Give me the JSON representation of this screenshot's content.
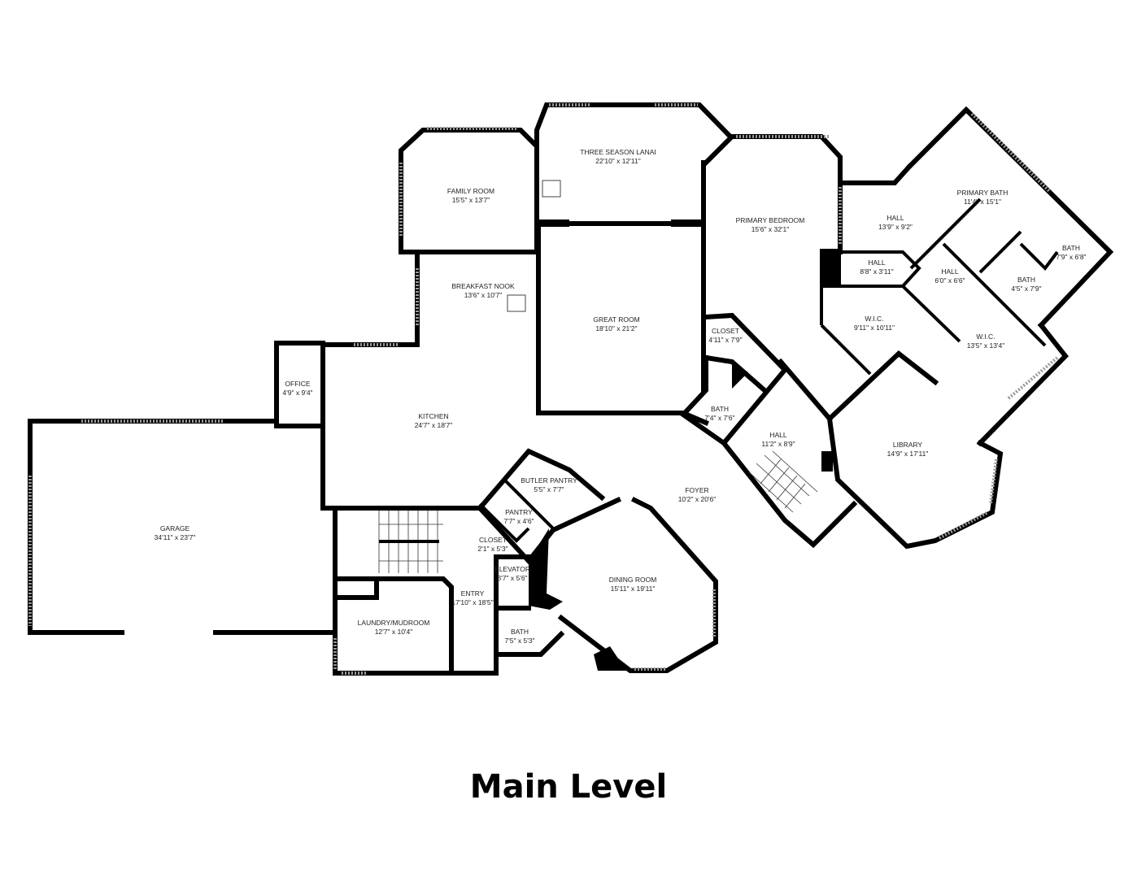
{
  "title": "Main Level",
  "rooms": [
    {
      "name": "THREE SEASON LANAI",
      "dims": "22'10\" x 12'11\""
    },
    {
      "name": "FAMILY ROOM",
      "dims": "15'5\" x 13'7\""
    },
    {
      "name": "BREAKFAST NOOK",
      "dims": "13'6\" x 10'7\""
    },
    {
      "name": "GREAT ROOM",
      "dims": "18'10\" x 21'2\""
    },
    {
      "name": "PRIMARY BEDROOM",
      "dims": "15'6\" x 32'1\""
    },
    {
      "name": "HALL",
      "dims": "13'9\" x 9'2\""
    },
    {
      "name": "PRIMARY BATH",
      "dims": "11'4\" x 15'1\""
    },
    {
      "name": "BATH",
      "dims": "7'9\" x 6'8\""
    },
    {
      "name": "HALL",
      "dims": "8'8\" x 3'11\""
    },
    {
      "name": "HALL",
      "dims": "6'0\" x 6'6\""
    },
    {
      "name": "BATH",
      "dims": "4'5\" x 7'9\""
    },
    {
      "name": "CLOSET",
      "dims": "4'11\" x 7'9\""
    },
    {
      "name": "W.I.C.",
      "dims": "9'11\" x 10'11\""
    },
    {
      "name": "W.I.C.",
      "dims": "13'5\" x 13'4\""
    },
    {
      "name": "OFFICE",
      "dims": "4'9\" x 9'4\""
    },
    {
      "name": "KITCHEN",
      "dims": "24'7\" x 18'7\""
    },
    {
      "name": "BATH",
      "dims": "7'4\" x 7'6\""
    },
    {
      "name": "HALL",
      "dims": "11'2\" x 8'9\""
    },
    {
      "name": "LIBRARY",
      "dims": "14'9\" x 17'11\""
    },
    {
      "name": "BUTLER PANTRY",
      "dims": "5'5\" x 7'7\""
    },
    {
      "name": "FOYER",
      "dims": "10'2\" x 20'6\""
    },
    {
      "name": "GARAGE",
      "dims": "34'11\" x 23'7\""
    },
    {
      "name": "PANTRY",
      "dims": "7'7\" x 4'6\""
    },
    {
      "name": "CLOSET",
      "dims": "2'1\" x 5'3\""
    },
    {
      "name": "ELEVATOR",
      "dims": "3'7\" x 5'6\""
    },
    {
      "name": "DINING ROOM",
      "dims": "15'11\" x 19'11\""
    },
    {
      "name": "ENTRY",
      "dims": "17'10\" x 18'5\""
    },
    {
      "name": "LAUNDRY/MUDROOM",
      "dims": "12'7\" x 10'4\""
    },
    {
      "name": "BATH",
      "dims": "7'5\" x 5'3\""
    }
  ]
}
